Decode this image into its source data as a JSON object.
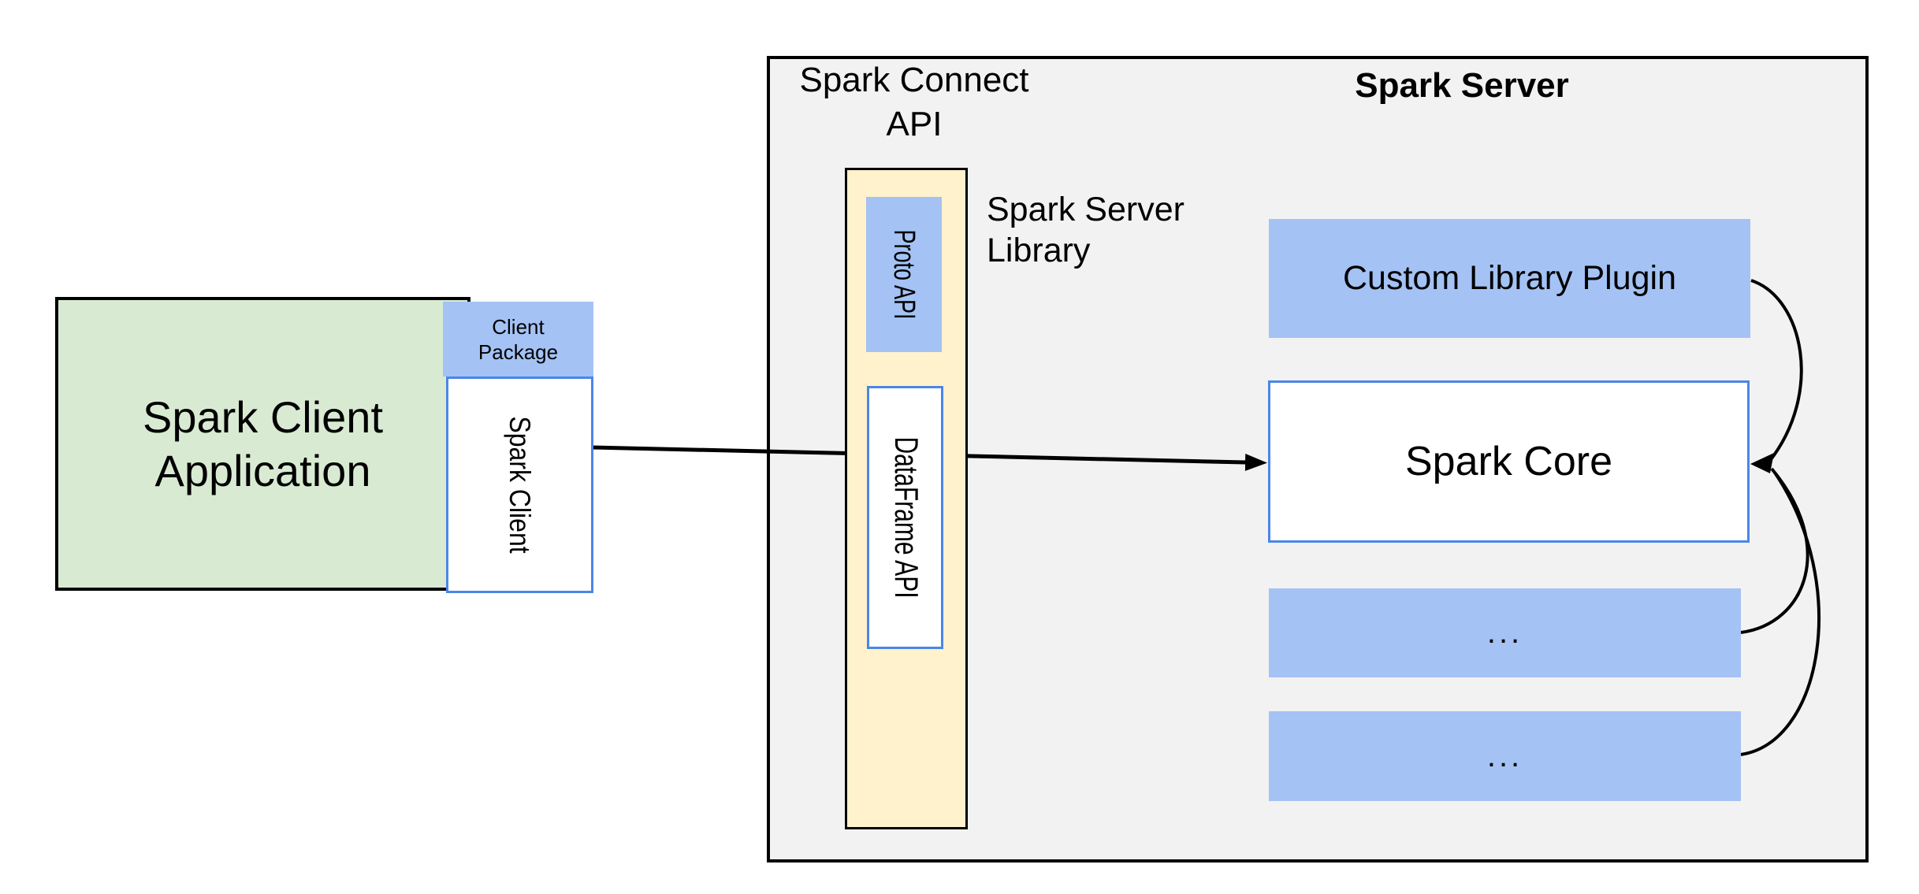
{
  "colors": {
    "canvas_bg": "#ffffff",
    "server_bg": "#f2f2f2",
    "green_fill": "#d9ead3",
    "blue_fill": "#a4c2f4",
    "yellow_fill": "#fff2cc",
    "blue_border": "#4a86e8",
    "line": "#000000"
  },
  "client": {
    "application": {
      "line1": "Spark Client",
      "line2": "Application"
    },
    "package": {
      "line1": "Client",
      "line2": "Package"
    },
    "spark_client": "Spark Client"
  },
  "server": {
    "connect_api_label": {
      "line1": "Spark Connect",
      "line2": "API"
    },
    "title": "Spark Server",
    "proto_api": "Proto API",
    "dataframe_api": "DataFrame API",
    "library_label": {
      "line1": "Spark Server",
      "line2": "Library"
    },
    "custom_plugin": "Custom Library Plugin",
    "spark_core": "Spark Core",
    "plugin_placeholder_1": "...",
    "plugin_placeholder_2": "..."
  }
}
